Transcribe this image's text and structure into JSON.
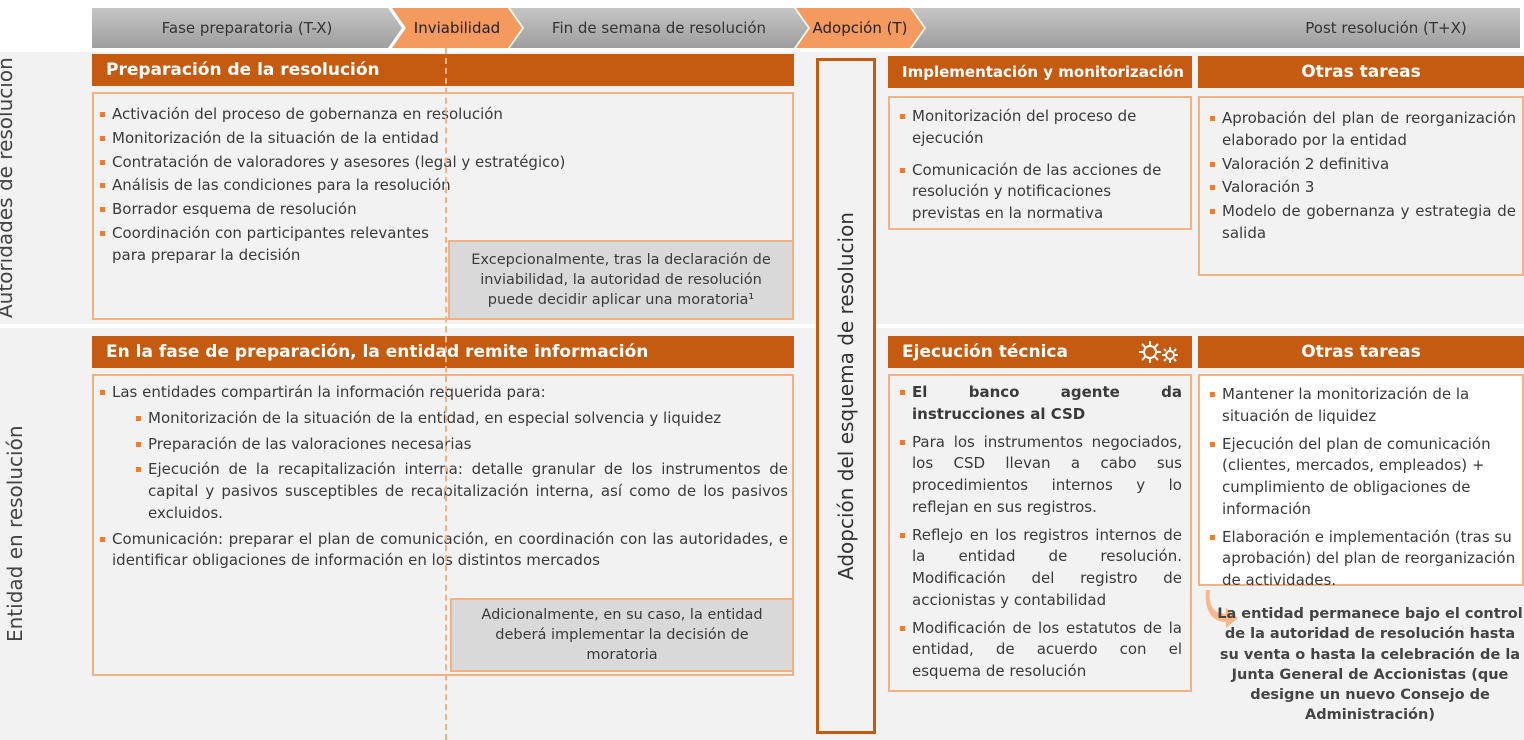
{
  "timeline": {
    "phases": [
      "Fase preparatoria (T-X)",
      "Inviabilidad",
      "Fin de semana de resolución",
      "Adopción (T)",
      "Post resolución (T+X)"
    ]
  },
  "rows": {
    "top_label": "Autoridades de resolución",
    "bottom_label": "Entidad en resolución"
  },
  "top": {
    "prep_title": "Preparación de la resolución",
    "prep_items": [
      "Activación del proceso de gobernanza en resolución",
      "Monitorización de la situación de la entidad",
      "Contratación de valoradores y asesores (legal y estratégico)",
      "Análisis de las condiciones para la resolución",
      "Borrador esquema de resolución",
      "Coordinación con participantes relevantes para preparar la decisión"
    ],
    "prep_note": "Excepcionalmente, tras la declaración de inviabilidad, la autoridad de resolución puede decidir aplicar una moratoria¹",
    "impl_title": "Implementación y monitorización",
    "impl_items": [
      "Monitorización del proceso de ejecución",
      "Comunicación de las acciones de resolución y notificaciones previstas en la normativa"
    ],
    "other_title": "Otras tareas",
    "other_items": [
      "Aprobación del plan de reorganización elaborado por la entidad",
      "Valoración 2 definitiva",
      "Valoración 3",
      "Modelo de gobernanza y estrategia de salida"
    ]
  },
  "center_label": "Adopción del esquema de resolucion",
  "bottom": {
    "info_title": "En la fase de preparación, la entidad remite información",
    "info_intro": "Las entidades compartirán la información requerida para:",
    "info_sub": [
      "Monitorización de la situación de la entidad, en especial solvencia y liquidez",
      "Preparación de las valoraciones necesarias",
      "Ejecución de la recapitalización interna: detalle granular de los instrumentos de capital y pasivos susceptibles de recapitalización interna, así como de los pasivos excluidos."
    ],
    "info_comm": "Comunicación: preparar el plan de comunicación, en coordinación con las autoridades, e identificar obligaciones de información en los distintos mercados",
    "info_note": "Adicionalmente, en su caso, la entidad deberá implementar la decisión de moratoria",
    "exec_title": "Ejecución técnica",
    "exec_icon": "gears-icon",
    "exec_items": [
      "El banco agente da instrucciones al CSD",
      "Para los instrumentos negociados, los CSD llevan a cabo sus procedimientos internos y lo reflejan en sus registros.",
      "Reflejo en los registros internos de la entidad de resolución. Modificación del registro de accionistas y contabilidad",
      "Modificación de los estatutos de la entidad, de acuerdo con el esquema de resolución"
    ],
    "other_title": "Otras tareas",
    "other_items": [
      "Mantener la monitorización de la situación de liquidez",
      "Ejecución del plan de comunicación (clientes, mercados, empleados) + cumplimiento de obligaciones de información",
      "Elaboración e implementación (tras su aprobación) del plan de reorganización de actividades."
    ],
    "final_note": "La entidad permanece bajo el control de la autoridad de resolución hasta su venta o hasta la celebración de la Junta General de Accionistas (que designe un nuevo Consejo de Administración)"
  },
  "colors": {
    "accent_dark": "#c55a11",
    "accent_light": "#f4b183",
    "phase_highlight": "#f59a5f",
    "band": "#f2f2f2"
  }
}
